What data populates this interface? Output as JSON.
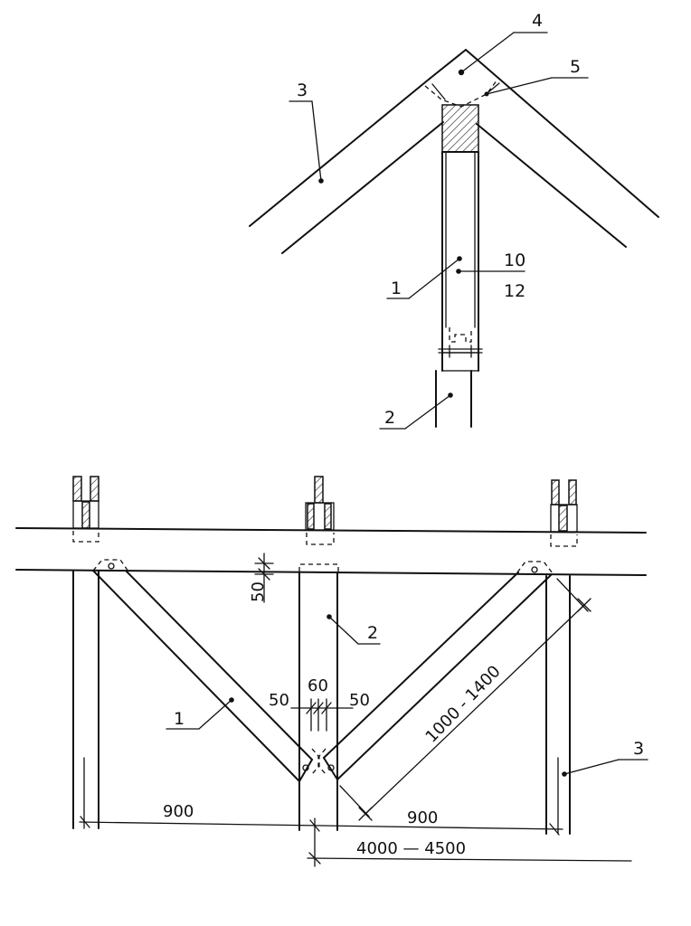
{
  "top_view": {
    "callouts": {
      "post": "1",
      "column": "2",
      "rafter": "3",
      "ridge_pin": "4",
      "plate": "5",
      "section_upper": "10",
      "section_lower": "12"
    }
  },
  "bottom_view": {
    "callouts": {
      "brace": "1",
      "column": "2",
      "post": "3"
    },
    "dimensions": {
      "top_offset": "50",
      "gap_left": "50",
      "gap_mid": "60",
      "gap_right": "50",
      "brace_length": "1000 - 1400",
      "left_span": "900",
      "right_span": "900",
      "bay_span": "4000 — 4500"
    }
  }
}
